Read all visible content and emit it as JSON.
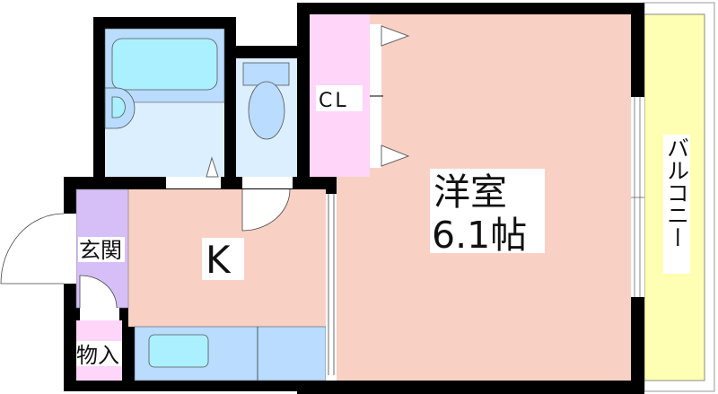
{
  "rooms": {
    "western_room": {
      "name": "洋室",
      "size": "6.1帖"
    },
    "kitchen": {
      "name": "K"
    },
    "closet": {
      "name": "CL"
    },
    "entrance": {
      "name": "玄関"
    },
    "storage": {
      "name": "物入"
    },
    "balcony": {
      "name": "バルコニー"
    }
  },
  "colors": {
    "wall": "#000000",
    "room": "#f9d0c4",
    "wet_area": "#dcefff",
    "fixture": "#b9dcff",
    "tub": "#aaf0ff",
    "closet": "#ffd5f9",
    "entrance": "#d6bff7",
    "balcony": "#ffffb4"
  }
}
